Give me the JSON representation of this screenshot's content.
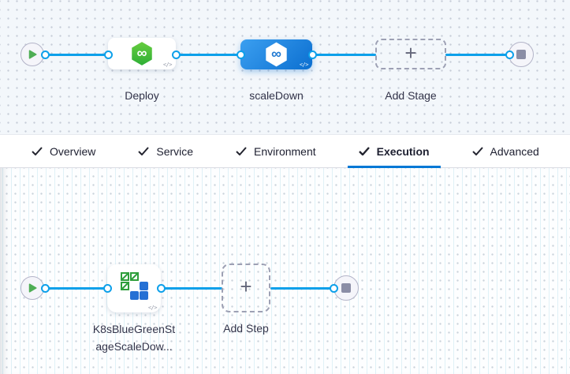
{
  "colors": {
    "connector_blue": "#0da0ea",
    "active_tab_underline": "#0278d5",
    "selected_stage_blue": "#1b82e0",
    "deploy_hex_green": "#3fbe3a",
    "k8s_icon_green": "#2f9e3c",
    "k8s_icon_blue": "#2570d4",
    "canvas_top_bg": "#f3f7fb",
    "canvas_bottom_bg": "#fdfeff"
  },
  "glyphs": {
    "plus": "+",
    "infinity": "∞",
    "code": "</>"
  },
  "stage_graph": {
    "stages": [
      {
        "label": "Deploy",
        "selected": false
      },
      {
        "label": "scaleDown",
        "selected": true
      }
    ],
    "add_stage_label": "Add Stage"
  },
  "tabs": {
    "active": "Execution",
    "items": [
      {
        "label": "Overview",
        "checked": true
      },
      {
        "label": "Service",
        "checked": true
      },
      {
        "label": "Environment",
        "checked": true
      },
      {
        "label": "Execution",
        "checked": true
      },
      {
        "label": "Advanced",
        "checked": true
      }
    ]
  },
  "execution_graph": {
    "step": {
      "label_line1": "K8sBlueGreenSt",
      "label_line2": "ageScaleDow..."
    },
    "add_step_label": "Add Step"
  }
}
